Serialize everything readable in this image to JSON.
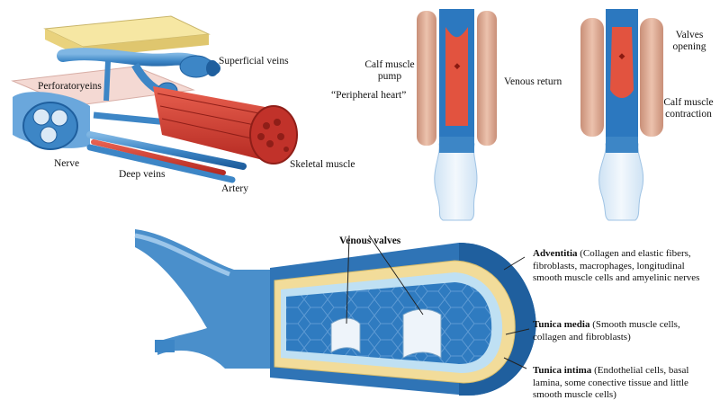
{
  "panel_anatomy": {
    "superficial_veins": "Superficial veins",
    "perforator_veins": "Perforatoryeins",
    "nerve": "Nerve",
    "deep_veins": "Deep veins",
    "artery": "Artery",
    "skeletal_muscle": "Skeletal muscle"
  },
  "panel_pump": {
    "calf_muscle_pump_line1": "Calf muscle",
    "calf_muscle_pump_line2": "pump",
    "peripheral_heart": "“Peripheral heart”",
    "venous_return": "Venous return",
    "valves_opening_line1": "Valves",
    "valves_opening_line2": "opening",
    "calf_contraction_line1": "Calf muscle",
    "calf_contraction_line2": "contraction"
  },
  "panel_wall": {
    "venous_valves": "Venous valves",
    "adventitia_title": "Adventitia",
    "adventitia_text": " (Collagen and elastic fibers, fibroblasts, macrophages, longitudinal smooth muscle cells and amyelinic nerves",
    "media_title": "Tunica media",
    "media_text": " (Smooth muscle cells, collagen and fibroblasts)",
    "intima_title": "Tunica intima",
    "intima_text": " (Endothelial cells, basal lamina, some conective tissue and little smooth muscle cells)"
  },
  "colors": {
    "vein_blue": "#3d86c6",
    "vein_dark": "#1f5f9e",
    "artery_red": "#d93a30",
    "muscle_tan": "#d9a48a",
    "fat_yellow": "#f3e39a",
    "skin_pink": "#f2cfc9"
  }
}
